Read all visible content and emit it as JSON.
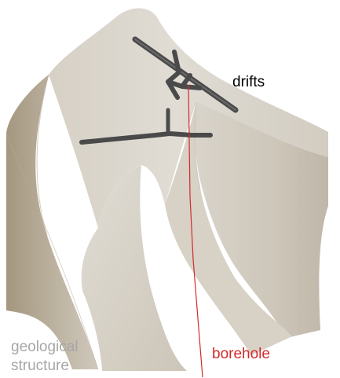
{
  "labels": {
    "drifts": "drifts",
    "borehole": "borehole",
    "geological_structure": [
      "geological",
      "structure"
    ]
  },
  "colors": {
    "drift_label": "#000000",
    "borehole": "#d42a2a",
    "geological_label": "#a6a6a6",
    "surface_light": "#d9d4ca",
    "surface_mid": "#c6bfb2",
    "surface_shadow": "#a89c86",
    "drift": "#4a4a4a"
  }
}
